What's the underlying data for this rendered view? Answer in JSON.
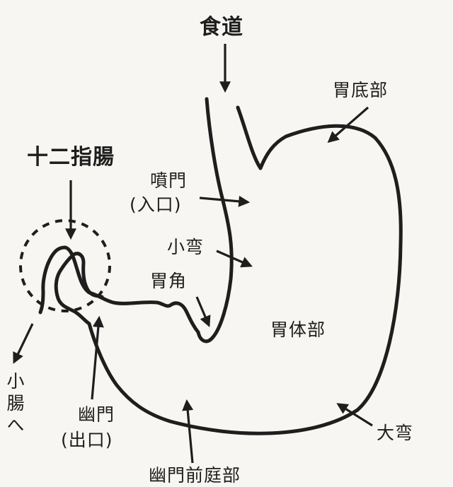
{
  "labels": {
    "esophagus": "食道",
    "fundus": "胃底部",
    "duodenum": "十二指腸",
    "cardia": "噴門",
    "cardia_sub": "(入口)",
    "lesser_curvature": "小弯",
    "angulus": "胃角",
    "body": "胃体部",
    "small_intestine": "小腸へ",
    "pylorus": "幽門",
    "pylorus_sub": "(出口)",
    "greater_curvature": "大弯",
    "antrum": "幽門前庭部"
  },
  "colors": {
    "ink": "#1e1e1e",
    "paper": "#f7f6f2"
  }
}
